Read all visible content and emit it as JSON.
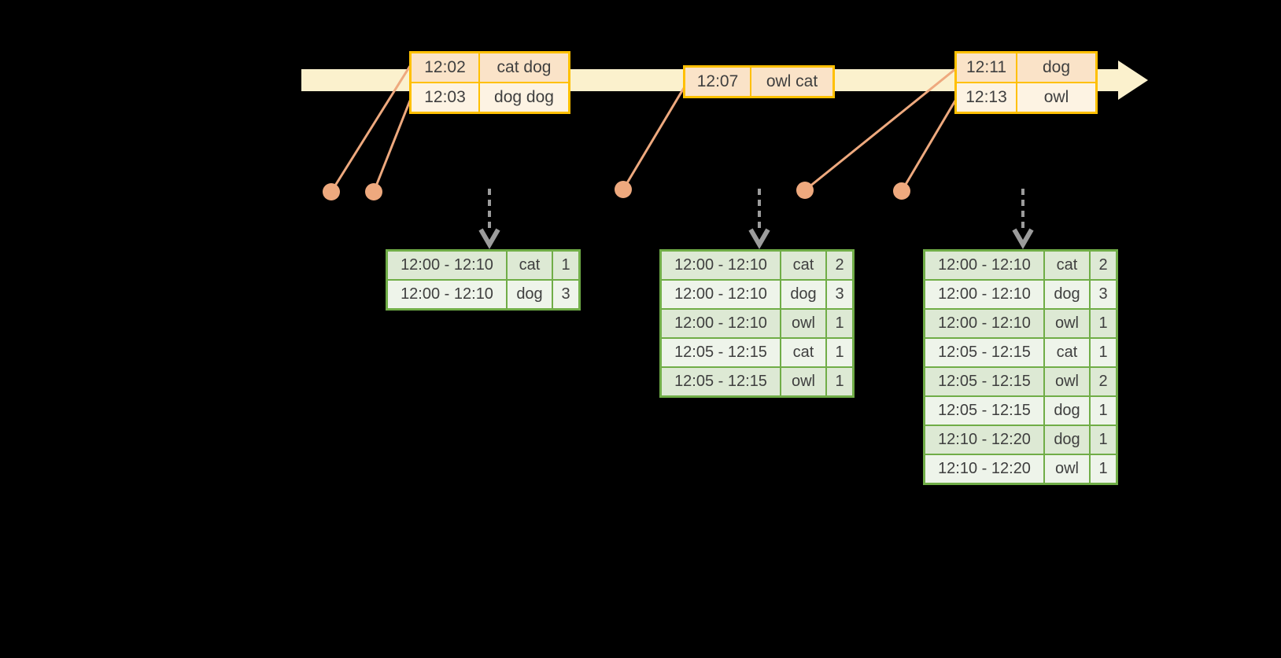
{
  "colors": {
    "background": "#000000",
    "timeline_fill": "#fbf1cd",
    "input_table_border": "#ffc000",
    "input_row_dark": "#fae3c8",
    "input_row_light": "#fdf3e3",
    "event_dot": "#eea97e",
    "trigger_arrow": "#9c9c9c",
    "result_table_border": "#70ad47",
    "result_row_dark": "#dde9d4",
    "result_row_light": "#eef4ea",
    "text": "#3f3f3f"
  },
  "timeline": {
    "input_tables": [
      {
        "rows": [
          {
            "time": "12:02",
            "words": "cat dog"
          },
          {
            "time": "12:03",
            "words": "dog dog"
          }
        ]
      },
      {
        "rows": [
          {
            "time": "12:07",
            "words": "owl cat"
          }
        ]
      },
      {
        "rows": [
          {
            "time": "12:11",
            "words": "dog"
          },
          {
            "time": "12:13",
            "words": "owl"
          }
        ]
      }
    ]
  },
  "result_tables": [
    {
      "rows": [
        {
          "window": "12:00 - 12:10",
          "word": "cat",
          "count": 1
        },
        {
          "window": "12:00 - 12:10",
          "word": "dog",
          "count": 3
        }
      ]
    },
    {
      "rows": [
        {
          "window": "12:00 - 12:10",
          "word": "cat",
          "count": 2
        },
        {
          "window": "12:00 - 12:10",
          "word": "dog",
          "count": 3
        },
        {
          "window": "12:00 - 12:10",
          "word": "owl",
          "count": 1
        },
        {
          "window": "12:05 - 12:15",
          "word": "cat",
          "count": 1
        },
        {
          "window": "12:05 - 12:15",
          "word": "owl",
          "count": 1
        }
      ]
    },
    {
      "rows": [
        {
          "window": "12:00 - 12:10",
          "word": "cat",
          "count": 2
        },
        {
          "window": "12:00 - 12:10",
          "word": "dog",
          "count": 3
        },
        {
          "window": "12:00 - 12:10",
          "word": "owl",
          "count": 1
        },
        {
          "window": "12:05 - 12:15",
          "word": "cat",
          "count": 1
        },
        {
          "window": "12:05 - 12:15",
          "word": "owl",
          "count": 2
        },
        {
          "window": "12:05 - 12:15",
          "word": "dog",
          "count": 1
        },
        {
          "window": "12:10 - 12:20",
          "word": "dog",
          "count": 1
        },
        {
          "window": "12:10 - 12:20",
          "word": "owl",
          "count": 1
        }
      ]
    }
  ]
}
